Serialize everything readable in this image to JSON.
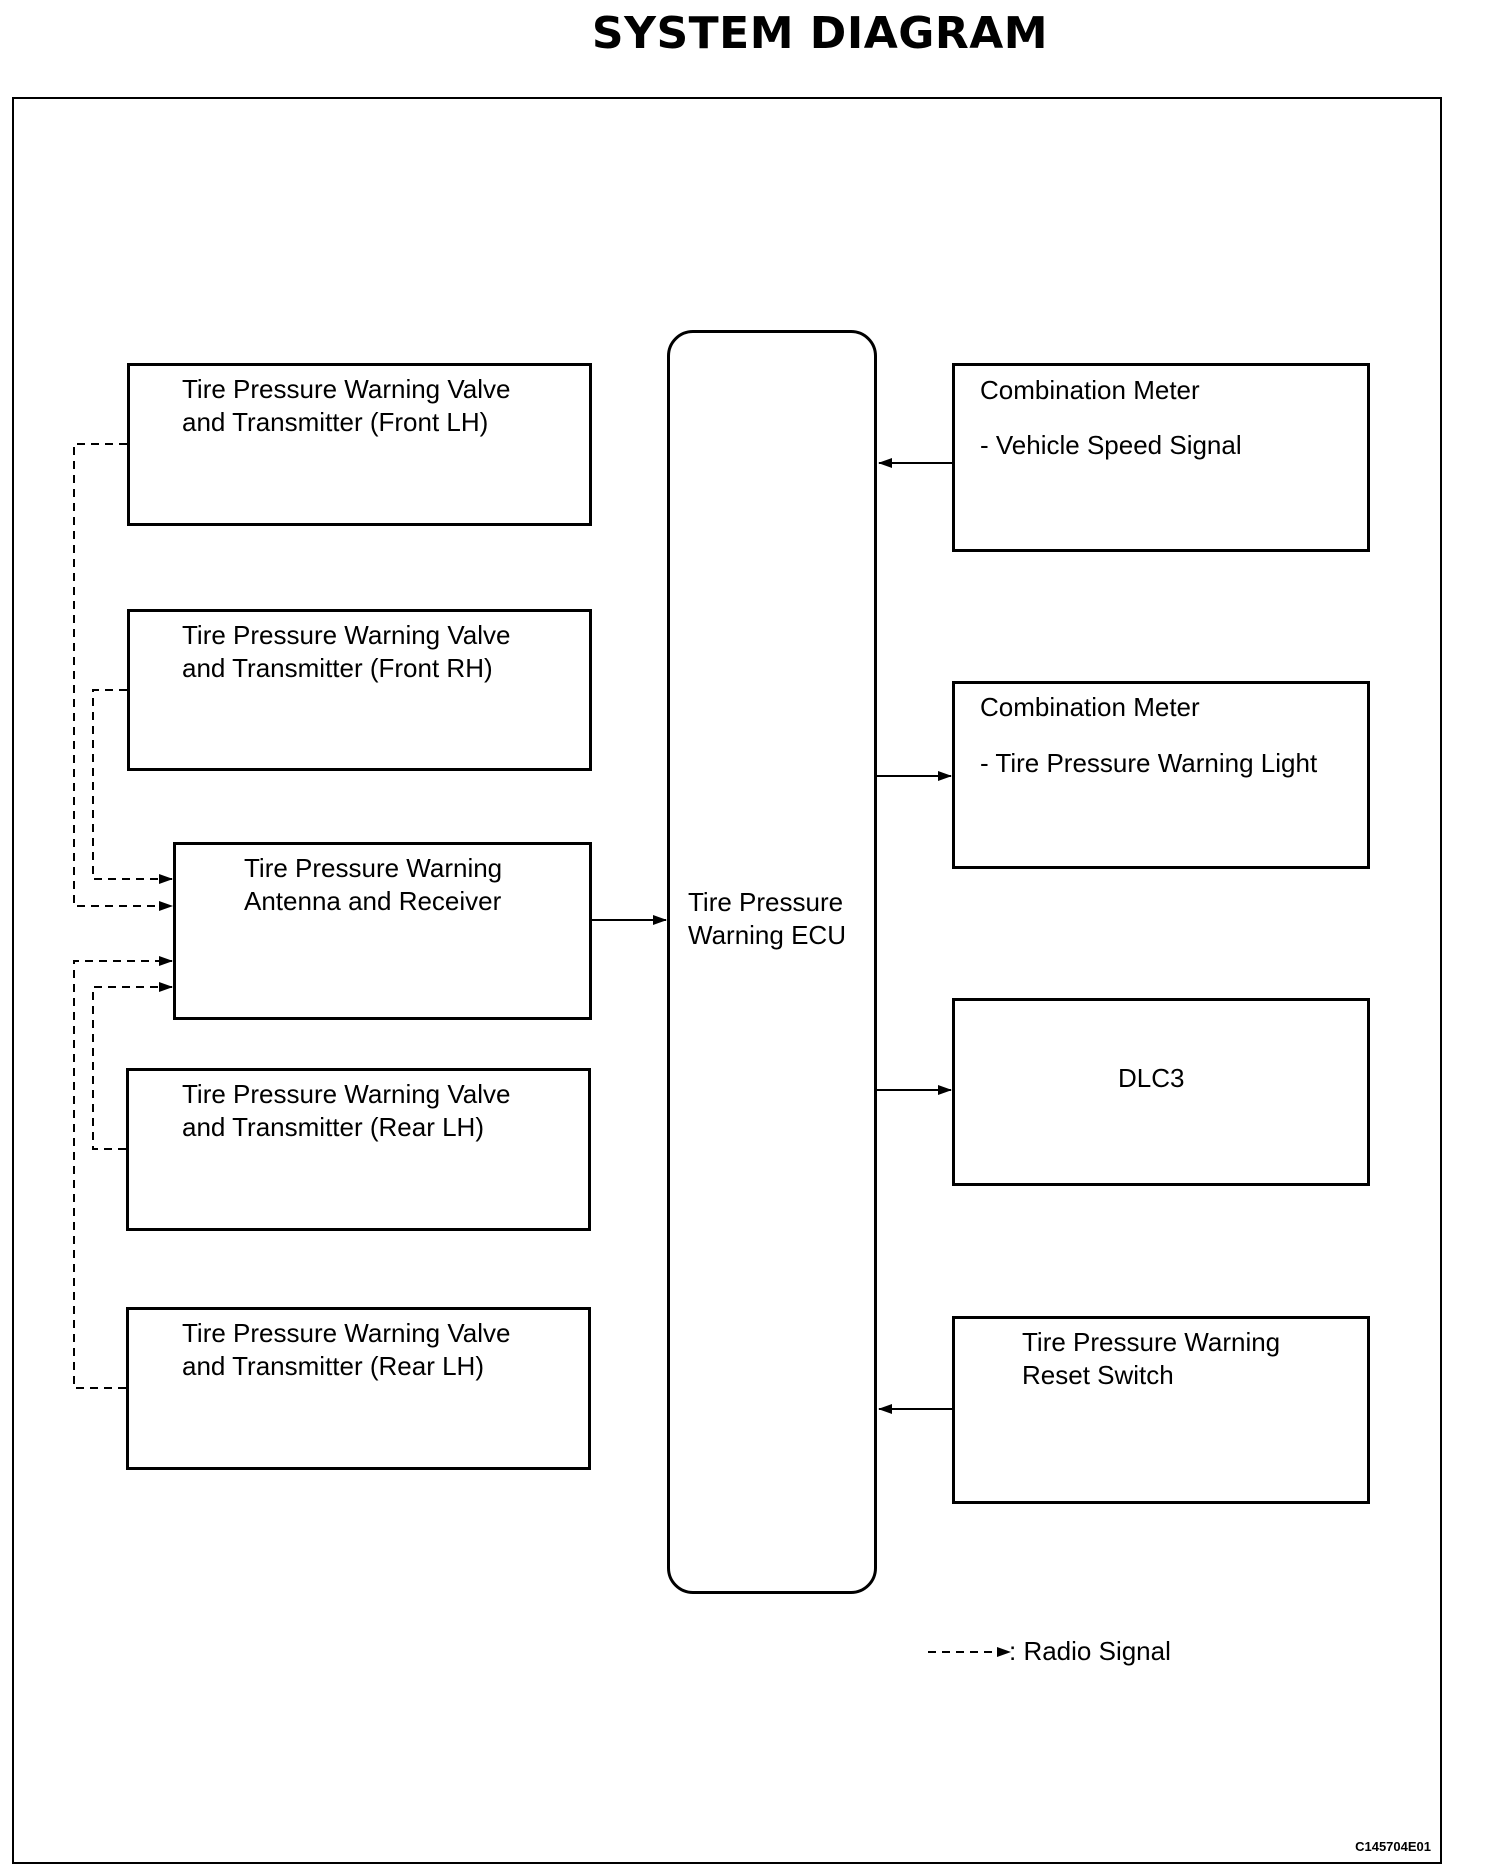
{
  "title": "SYSTEM DIAGRAM",
  "ecu": {
    "label": "Tire Pressure\nWarning ECU"
  },
  "left_boxes": {
    "front_lh": "Tire Pressure Warning Valve\nand Transmitter (Front LH)",
    "front_rh": "Tire Pressure Warning Valve\nand Transmitter (Front RH)",
    "receiver": "Tire Pressure Warning\nAntenna and Receiver",
    "rear_lh_1": "Tire Pressure Warning Valve\nand Transmitter (Rear LH)",
    "rear_lh_2": "Tire Pressure Warning Valve\nand Transmitter (Rear LH)"
  },
  "right_boxes": {
    "meter_speed_title": "Combination Meter",
    "meter_speed_item": "- Vehicle Speed Signal",
    "meter_light_title": "Combination Meter",
    "meter_light_item": "- Tire Pressure Warning Light",
    "dlc3": "DLC3",
    "reset_switch": "Tire Pressure Warning\nReset Switch"
  },
  "legend": {
    "label": ": Radio Signal"
  },
  "figure_code": "C145704E01"
}
